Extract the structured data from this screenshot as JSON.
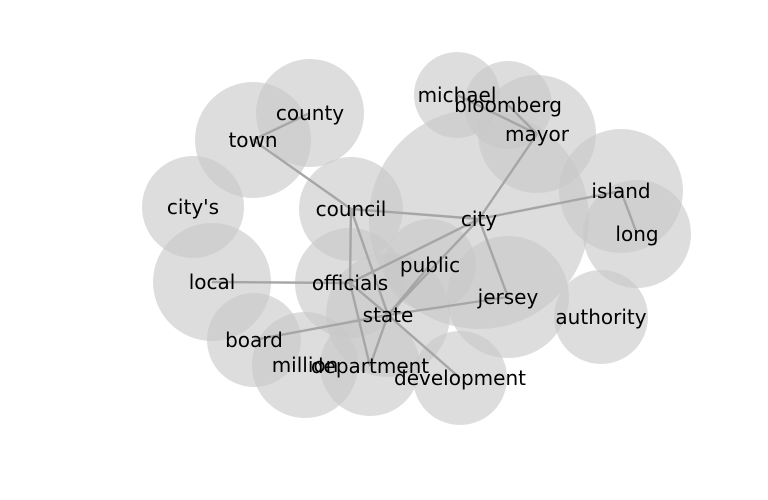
{
  "colors": {
    "node_fill": "#c8c8c8",
    "edge": "#a6a6a6",
    "label": "#000000",
    "background": "#ffffff"
  },
  "graph": {
    "nodes": [
      {
        "id": "city",
        "label": "city",
        "weight": 1.0
      },
      {
        "id": "county",
        "label": "county",
        "weight": 0.55
      },
      {
        "id": "town",
        "label": "town",
        "weight": 0.58
      },
      {
        "id": "citys",
        "label": "city's",
        "weight": 0.52
      },
      {
        "id": "council",
        "label": "council",
        "weight": 0.52
      },
      {
        "id": "local",
        "label": "local",
        "weight": 0.6
      },
      {
        "id": "officials",
        "label": "officials",
        "weight": 0.55
      },
      {
        "id": "public",
        "label": "public",
        "weight": 0.46
      },
      {
        "id": "state",
        "label": "state",
        "weight": 0.62
      },
      {
        "id": "jersey",
        "label": "jersey",
        "weight": 0.61
      },
      {
        "id": "board",
        "label": "board",
        "weight": 0.48
      },
      {
        "id": "million",
        "label": "million",
        "weight": 0.53
      },
      {
        "id": "department",
        "label": "department",
        "weight": 0.5
      },
      {
        "id": "development",
        "label": "development",
        "weight": 0.47
      },
      {
        "id": "authority",
        "label": "authority",
        "weight": 0.47
      },
      {
        "id": "michael",
        "label": "michael",
        "weight": 0.43
      },
      {
        "id": "bloomberg",
        "label": "bloomberg",
        "weight": 0.44
      },
      {
        "id": "mayor",
        "label": "mayor",
        "weight": 0.59
      },
      {
        "id": "island",
        "label": "island",
        "weight": 0.62
      },
      {
        "id": "long",
        "label": "long",
        "weight": 0.54
      }
    ],
    "edges": [
      [
        "city",
        "mayor"
      ],
      [
        "city",
        "council"
      ],
      [
        "city",
        "island"
      ],
      [
        "city",
        "jersey"
      ],
      [
        "city",
        "state"
      ],
      [
        "city",
        "officials"
      ],
      [
        "mayor",
        "michael"
      ],
      [
        "mayor",
        "bloomberg"
      ],
      [
        "island",
        "long"
      ],
      [
        "county",
        "town"
      ],
      [
        "town",
        "council"
      ],
      [
        "council",
        "officials"
      ],
      [
        "council",
        "state"
      ],
      [
        "local",
        "officials"
      ],
      [
        "officials",
        "state"
      ],
      [
        "officials",
        "department"
      ],
      [
        "public",
        "state"
      ],
      [
        "state",
        "jersey"
      ],
      [
        "state",
        "board"
      ],
      [
        "state",
        "department"
      ],
      [
        "state",
        "development"
      ]
    ]
  }
}
